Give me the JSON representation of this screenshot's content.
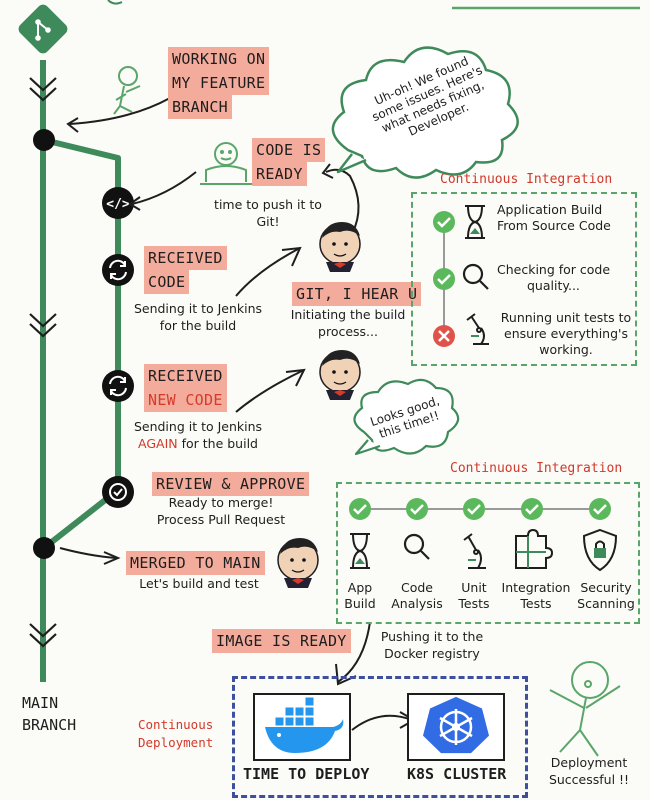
{
  "timeline": {
    "main_label_line1": "MAIN",
    "main_label_line2": "BRANCH"
  },
  "feature": {
    "line1": "WORKING ON",
    "line2": "MY FEATURE",
    "line3": "BRANCH"
  },
  "code_ready": {
    "line1": "CODE IS",
    "line2": "READY",
    "caption_line1": "time to push it to",
    "caption_line2": "Git!"
  },
  "received1": {
    "line1": "RECEIVED",
    "line2": "CODE",
    "caption_line1": "Sending it to Jenkins",
    "caption_line2": "for the build"
  },
  "jenkins1": {
    "label": "GIT, I HEAR U",
    "caption_line1": "Initiating the build",
    "caption_line2": "process..."
  },
  "received2": {
    "line1": "RECEIVED",
    "line2": "NEW CODE",
    "caption_line1": "Sending it to Jenkins",
    "caption_again": "AGAIN",
    "caption_rest": " for the build"
  },
  "review": {
    "label": "REVIEW & APPROVE",
    "caption_line1": "Ready to merge!",
    "caption_line2": "Process Pull Request"
  },
  "merged": {
    "label": "MERGED TO MAIN",
    "caption": "Let's build and test"
  },
  "image_ready": {
    "label": "IMAGE IS READY",
    "caption_line1": "Pushing it to the",
    "caption_line2": "Docker registry"
  },
  "cloud1": {
    "line1": "Uh-oh! We found",
    "line2": "some issues. Here's",
    "line3": "what needs fixing,",
    "line4": "Developer."
  },
  "cloud2": {
    "line1": "Looks good,",
    "line2": "this time!!"
  },
  "ci1": {
    "title": "Continuous Integration",
    "steps": [
      {
        "status": "pass",
        "icon": "hourglass-icon",
        "line1": "Application Build",
        "line2": "From Source Code"
      },
      {
        "status": "pass",
        "icon": "magnifier-icon",
        "line1": "Checking for code",
        "line2": "quality..."
      },
      {
        "status": "fail",
        "icon": "microscope-icon",
        "line1": "Running unit tests to",
        "line2": "ensure everything's",
        "line3": "working."
      }
    ]
  },
  "ci2": {
    "title": "Continuous Integration",
    "columns": [
      {
        "icon": "hourglass-icon",
        "line1": "App",
        "line2": "Build"
      },
      {
        "icon": "magnifier-icon",
        "line1": "Code",
        "line2": "Analysis"
      },
      {
        "icon": "microscope-icon",
        "line1": "Unit",
        "line2": "Tests"
      },
      {
        "icon": "puzzle-icon",
        "line1": "Integration",
        "line2": "Tests"
      },
      {
        "icon": "shield-lock-icon",
        "line1": "Security",
        "line2": "Scanning"
      }
    ]
  },
  "cd": {
    "title_line1": "Continuous",
    "title_line2": "Deployment",
    "deploy_label": "TIME TO DEPLOY",
    "k8s_label": "K8S CLUSTER"
  },
  "success": {
    "line1": "Deployment",
    "line2": "Successful !!"
  },
  "colors": {
    "branch_green": "#3f8a5b",
    "highlight": "#f3ab9c",
    "accent_red": "#d13a2b",
    "pass_green": "#5cb85c",
    "fail_red": "#e0534a",
    "k8s_blue": "#326ce5",
    "docker_blue": "#2496ed"
  }
}
